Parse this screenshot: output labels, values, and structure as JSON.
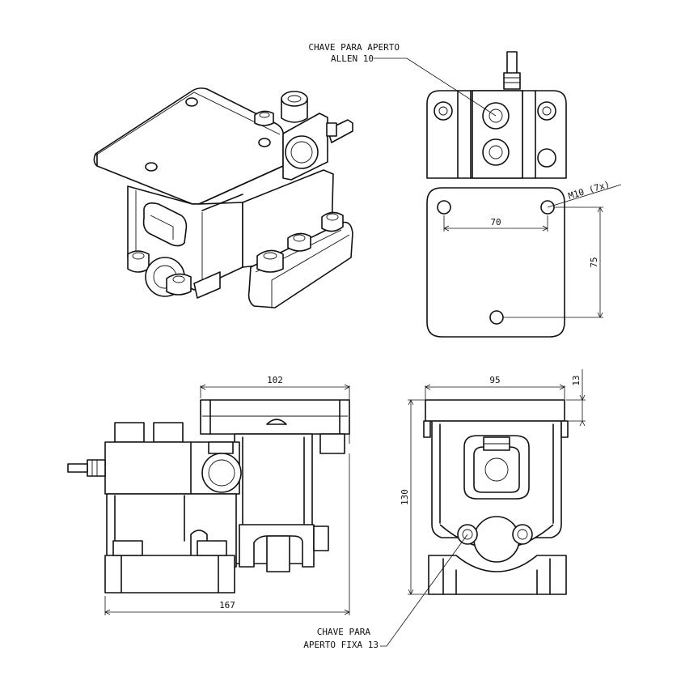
{
  "annotations": {
    "allen_line1": "CHAVE PARA APERTO",
    "allen_line2": "ALLEN 10",
    "thread": "M10 (7x)",
    "fixa_line1": "CHAVE PARA",
    "fixa_line2": "APERTO FIXA 13"
  },
  "dimensions": {
    "hole_spacing_h": "70",
    "hole_spacing_v": "75",
    "side_top_width": "102",
    "side_base_width": "167",
    "front_width": "95",
    "front_top_thickness": "13",
    "height": "130"
  },
  "colors": {
    "line": "#111111",
    "background": "#ffffff"
  }
}
